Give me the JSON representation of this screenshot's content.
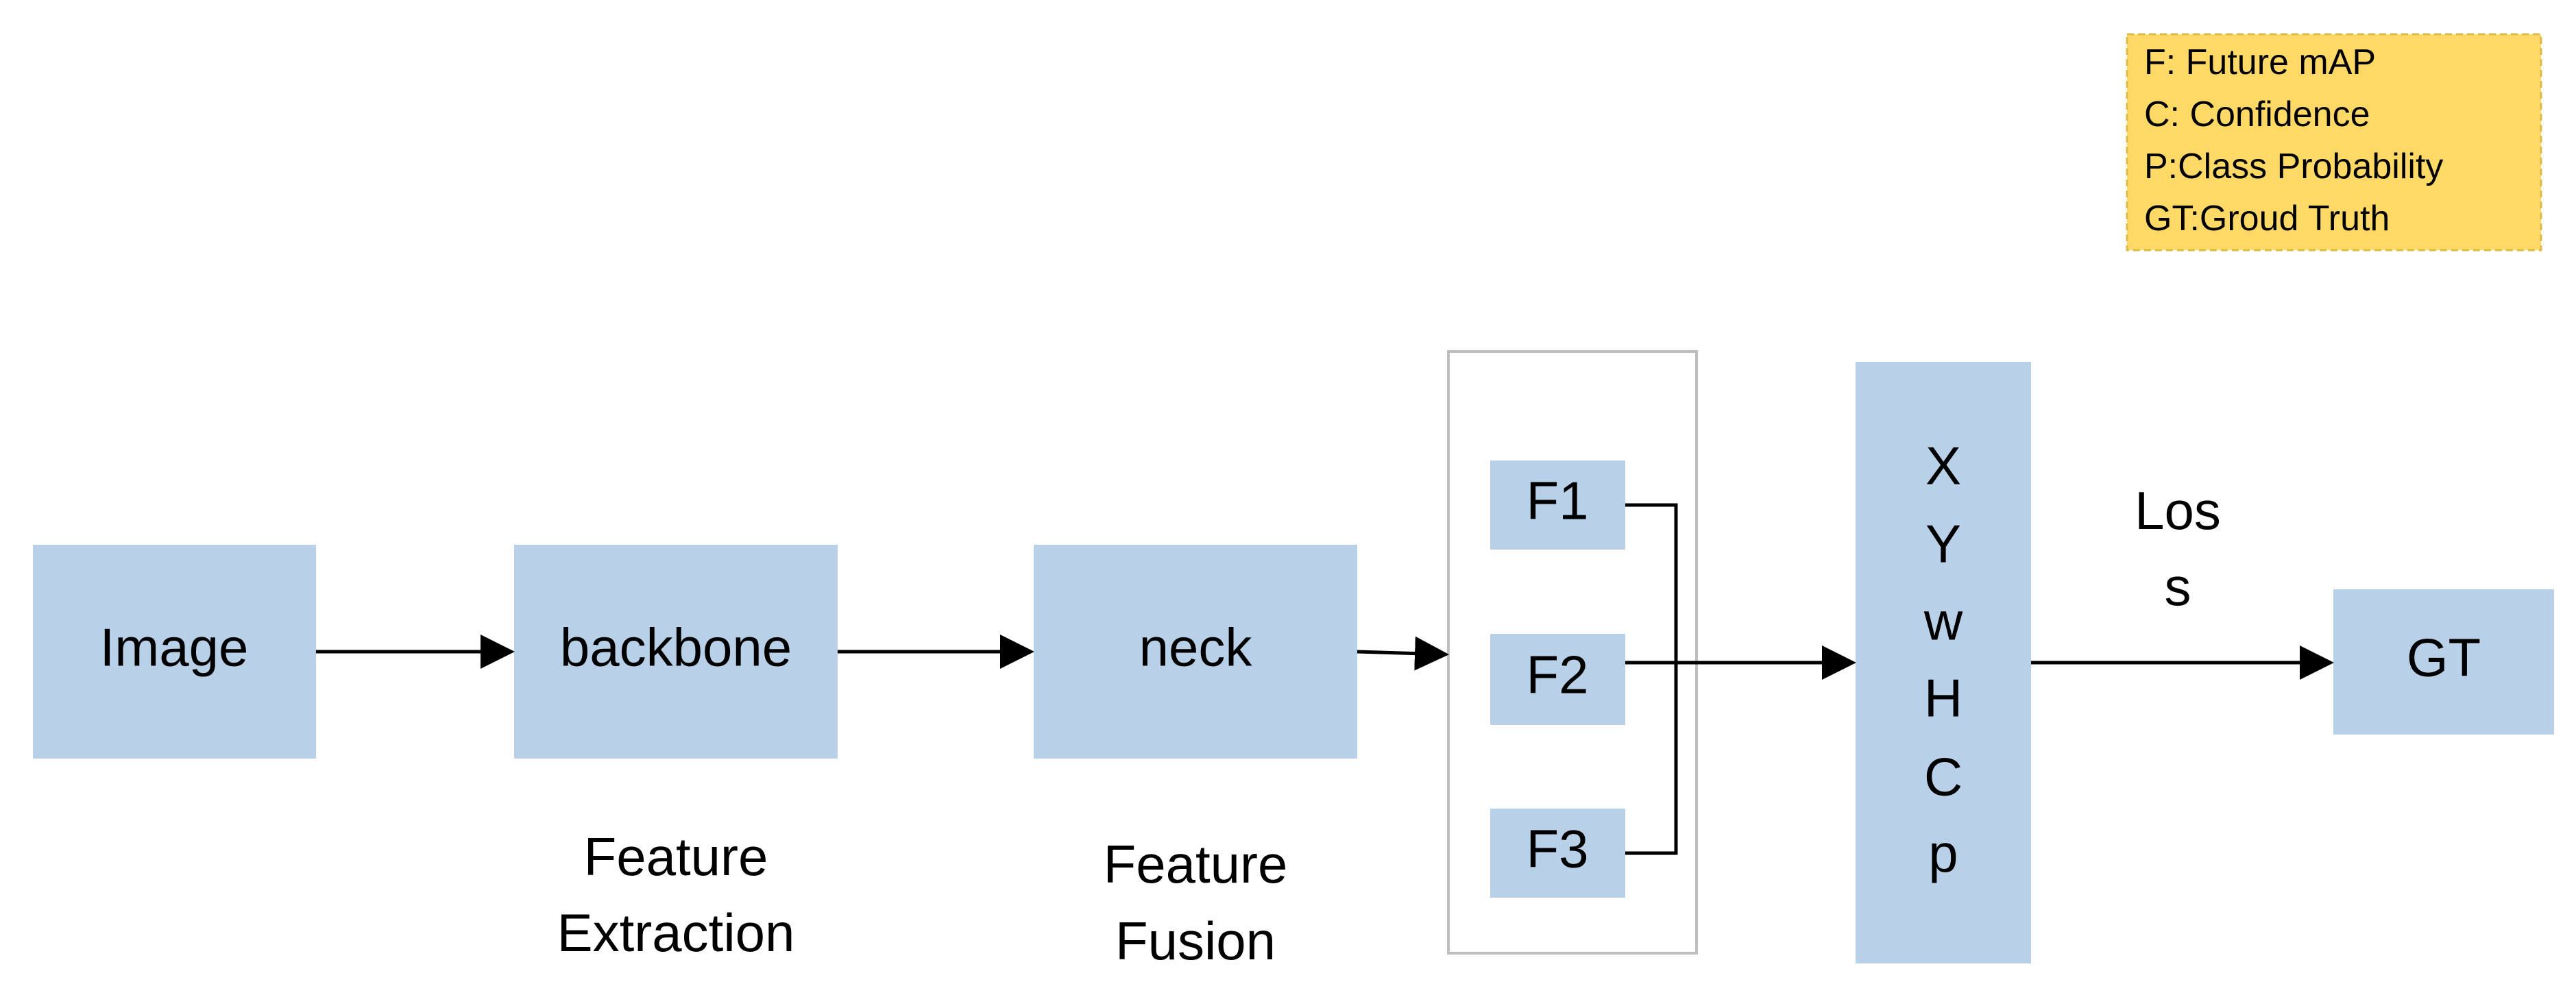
{
  "legend": {
    "items": [
      "F: Future mAP",
      "C: Confidence",
      "P:Class Probability",
      "GT:Groud Truth"
    ],
    "background": "#ffd966"
  },
  "nodes": {
    "image": "Image",
    "backbone": "backbone",
    "neck": "neck",
    "f1": "F1",
    "f2": "F2",
    "f3": "F3",
    "output_letters": [
      "X",
      "Y",
      "w",
      "H",
      "C",
      "p"
    ],
    "gt": "GT"
  },
  "captions": {
    "backbone": [
      "Feature",
      "Extraction"
    ],
    "neck": [
      "Feature",
      "Fusion"
    ],
    "loss": [
      "Los",
      "s"
    ]
  },
  "colors": {
    "box_fill": "#b8d0e8",
    "group_border": "#bfbfbf",
    "line": "#000000"
  }
}
